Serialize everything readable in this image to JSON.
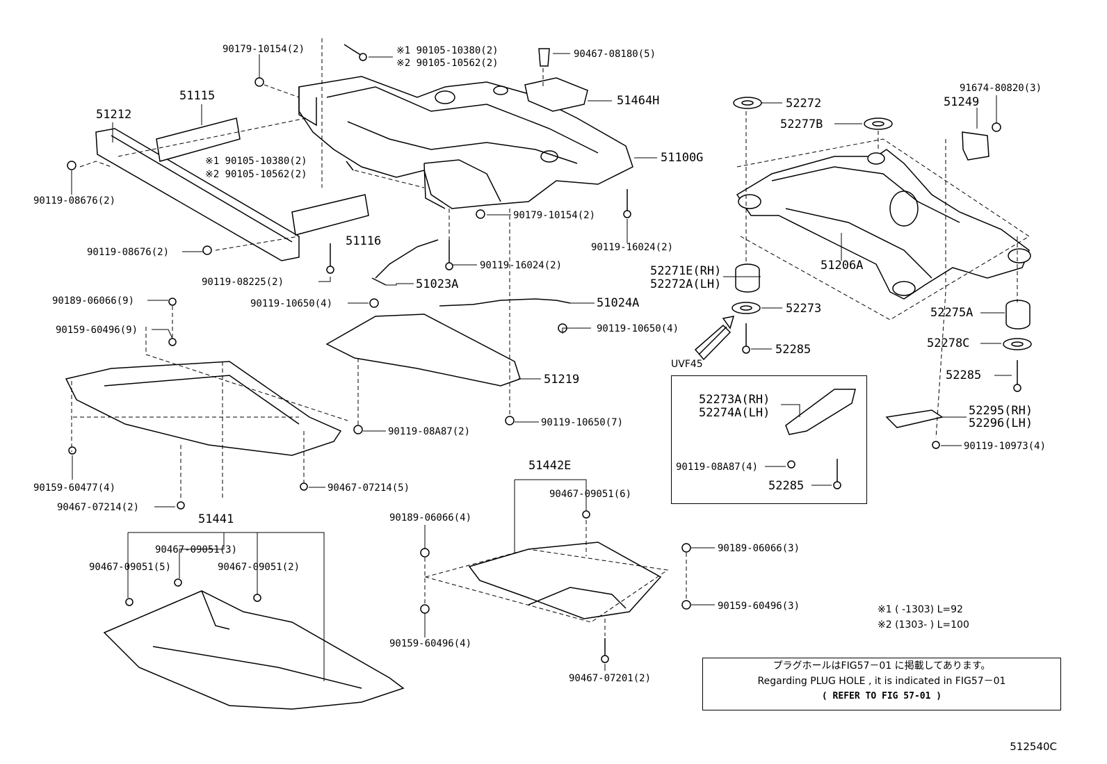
{
  "labels": {
    "p90179_10154_top": "90179-10154(2)",
    "p51115": "51115",
    "p51212": "51212",
    "p90119_08676_a": "90119-08676(2)",
    "p90119_08676_b": "90119-08676(2)",
    "note1_a": "※1 90105-10380(2)",
    "note2_a": "※2 90105-10562(2)",
    "note1_b": "※1 90105-10380(2)",
    "note2_b": "※2 90105-10562(2)",
    "p90467_08180": "90467-08180(5)",
    "p51464H": "51464H",
    "p51100G": "51100G",
    "p90179_10154_mid": "90179-10154(2)",
    "p90119_16024_r": "90119-16024(2)",
    "p90119_16024_m": "90119-16024(2)",
    "p51116": "51116",
    "p90119_08225": "90119-08225(2)",
    "p51023A": "51023A",
    "p51024A": "51024A",
    "p90119_10650_a": "90119-10650(4)",
    "p90119_10650_b": "90119-10650(4)",
    "p90189_06066_9": "90189-06066(9)",
    "p90159_60496_9": "90159-60496(9)",
    "p51219": "51219",
    "p90119_08A87_2": "90119-08A87(2)",
    "p90119_10650_7": "90119-10650(7)",
    "p90159_60477": "90159-60477(4)",
    "p90467_07214_5": "90467-07214(5)",
    "p90467_07214_2": "90467-07214(2)",
    "p51441": "51441",
    "p90467_09051_3": "90467-09051(3)",
    "p90467_09051_5": "90467-09051(5)",
    "p90467_09051_2": "90467-09051(2)",
    "p51442E": "51442E",
    "p90467_09051_6": "90467-09051(6)",
    "p90189_06066_4": "90189-06066(4)",
    "p90159_60496_4": "90159-60496(4)",
    "p90189_06066_3": "90189-06066(3)",
    "p90159_60496_3": "90159-60496(3)",
    "p90467_07201": "90467-07201(2)",
    "p52272": "52272",
    "p52277B": "52277B",
    "p91674_80820": "91674-80820(3)",
    "p51249": "51249",
    "p52271E": "52271E(RH)",
    "p52272A": "52272A(LH)",
    "p51206A": "51206A",
    "p52273": "52273",
    "p52285_a": "52285",
    "p52275A": "52275A",
    "p52278C": "52278C",
    "p52285_b": "52285",
    "p52295": "52295(RH)",
    "p52296": "52296(LH)",
    "p90119_10973": "90119-10973(4)",
    "p52273A": "52273A(RH)",
    "p52274A": "52274A(LH)",
    "p90119_08A87_4": "90119-08A87(4)",
    "p52285_c": "52285"
  },
  "variant_label": "UVF45",
  "footnotes": {
    "n1": "※1 (      -1303) L=92",
    "n2": "※2 (1303-      ) L=100"
  },
  "note_box": {
    "line1": "プラグホールはFIG57－01 に掲載してあります。",
    "line2": "Regarding PLUG HOLE , it is indicated in FIG57－01",
    "line3": "(  REFER TO FIG 57-01  )"
  },
  "diagram_code": "512540C"
}
